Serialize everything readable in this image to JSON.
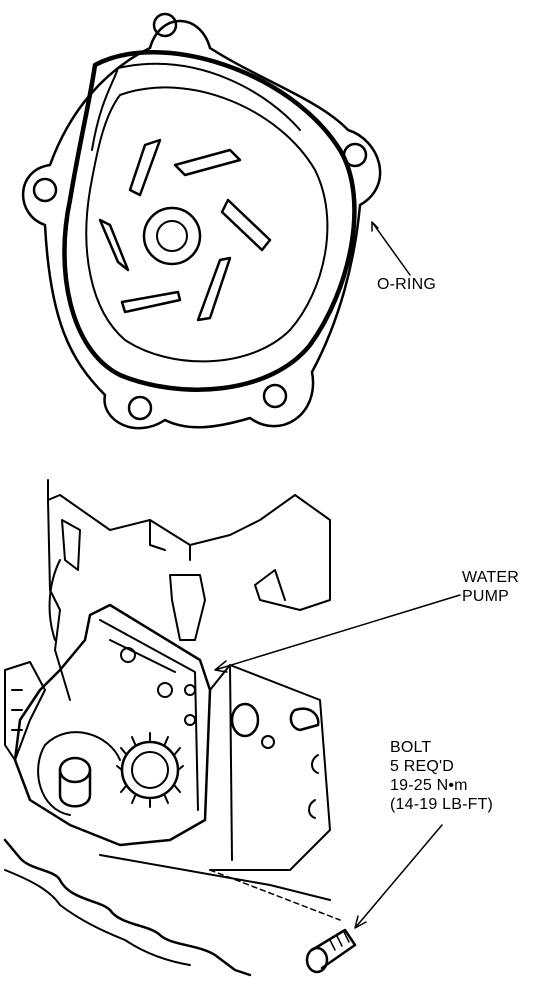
{
  "labels": {
    "o_ring": "O-RING",
    "water_pump": [
      "WATER",
      "PUMP"
    ],
    "bolt": [
      "BOLT",
      "5 REQ'D",
      "19-25 N•m",
      "(14-19 LB-FT)"
    ]
  },
  "colors": {
    "ink": "#000000",
    "paper": "#ffffff"
  }
}
